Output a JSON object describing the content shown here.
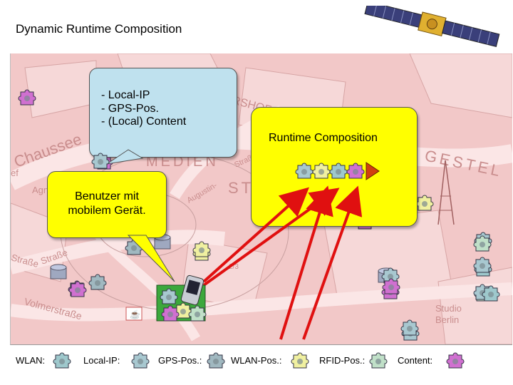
{
  "title": "Dynamic Runtime Composition",
  "info_box": {
    "lines": [
      "- Local-IP",
      "- GPS-Pos.",
      "- (Local) Content"
    ]
  },
  "runtime_box": {
    "label": "Runtime Composition"
  },
  "user_box": {
    "line1": "Benutzer mit",
    "line2": "mobilem Gerät."
  },
  "map_labels": {
    "rshof": "RSHOF",
    "chaussee": "Chaussee",
    "medien": "MEDIEN",
    "st": "ST",
    "gestel": "GESTEL",
    "strasse1": "Straße",
    "strasse2": "Straße",
    "strasse3": "Straße",
    "agn": "Agn",
    "august": "Augustin-",
    "volmer": "Volmerstraße",
    "studio1": "Studio",
    "studio2": "Berlin",
    "num": "2/3",
    "ef": "ef"
  },
  "legend": [
    {
      "label": "WLAN:",
      "color": "#9ec8cc"
    },
    {
      "label": "Local-IP:",
      "color": "#a8c8d0"
    },
    {
      "label": "GPS-Pos.:",
      "color": "#a0b8c0"
    },
    {
      "label": "WLAN-Pos.:",
      "color": "#f0f0a0"
    },
    {
      "label": "RFID-Pos.:",
      "color": "#c0e0c8"
    },
    {
      "label": "Content:",
      "color": "#d070d0"
    }
  ]
}
